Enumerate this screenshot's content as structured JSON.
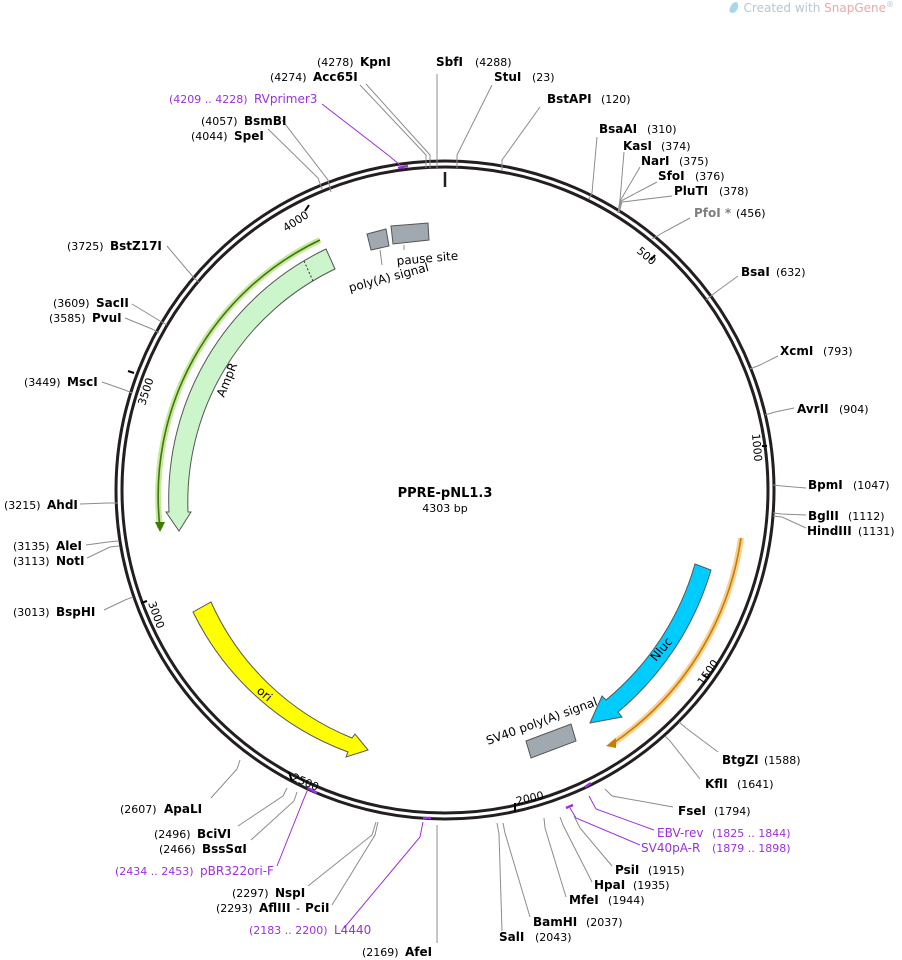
{
  "watermark": {
    "prefix": "Created with ",
    "brand": "SnapGene",
    "mark": "®"
  },
  "plasmid": {
    "name": "PPRE-pNL1.3",
    "size_label": "4303 bp",
    "length": 4303
  },
  "ticks": [
    "500",
    "1000",
    "1500",
    "2000",
    "2500",
    "3000",
    "3500",
    "4000"
  ],
  "features": [
    {
      "name": "AmpR",
      "color": "#ccf5cc"
    },
    {
      "name": "ori",
      "color": "#ffff00"
    },
    {
      "name": "Nluc",
      "color": "#00ccff"
    },
    {
      "name": "SV40 poly(A) signal",
      "color": "#a0a8b0"
    },
    {
      "name": "poly(A) signal",
      "color": "#a0a8b0"
    },
    {
      "name": "pause site",
      "color": "#a0a8b0"
    }
  ],
  "sites": [
    {
      "name": "KpnI",
      "pos": "(4278)"
    },
    {
      "name": "Acc65I",
      "pos": "(4274)"
    },
    {
      "name": "SbfI",
      "pos": "(4288)"
    },
    {
      "name": "StuI",
      "pos": "(23)"
    },
    {
      "name": "BstAPI",
      "pos": "(120)"
    },
    {
      "name": "BsmBI",
      "pos": "(4057)"
    },
    {
      "name": "SpeI",
      "pos": "(4044)"
    },
    {
      "name": "BsaAI",
      "pos": "(310)"
    },
    {
      "name": "KasI",
      "pos": "(374)"
    },
    {
      "name": "NarI",
      "pos": "(375)"
    },
    {
      "name": "SfoI",
      "pos": "(376)"
    },
    {
      "name": "PluTI",
      "pos": "(378)"
    },
    {
      "name": "PfoI *",
      "pos": "(456)"
    },
    {
      "name": "BsaI",
      "pos": "(632)"
    },
    {
      "name": "XcmI",
      "pos": "(793)"
    },
    {
      "name": "AvrII",
      "pos": "(904)"
    },
    {
      "name": "BpmI",
      "pos": "(1047)"
    },
    {
      "name": "BglII",
      "pos": "(1112)"
    },
    {
      "name": "HindIII",
      "pos": "(1131)"
    },
    {
      "name": "BstZ17I",
      "pos": "(3725)"
    },
    {
      "name": "SacII",
      "pos": "(3609)"
    },
    {
      "name": "PvuI",
      "pos": "(3585)"
    },
    {
      "name": "MscI",
      "pos": "(3449)"
    },
    {
      "name": "AhdI",
      "pos": "(3215)"
    },
    {
      "name": "AleI",
      "pos": "(3135)"
    },
    {
      "name": "NotI",
      "pos": "(3113)"
    },
    {
      "name": "BspHI",
      "pos": "(3013)"
    },
    {
      "name": "BtgZI",
      "pos": "(1588)"
    },
    {
      "name": "KflI",
      "pos": "(1641)"
    },
    {
      "name": "FseI",
      "pos": "(1794)"
    },
    {
      "name": "PsiI",
      "pos": "(1915)"
    },
    {
      "name": "HpaI",
      "pos": "(1935)"
    },
    {
      "name": "MfeI",
      "pos": "(1944)"
    },
    {
      "name": "BamHI",
      "pos": "(2037)"
    },
    {
      "name": "SalI",
      "pos": "(2043)"
    },
    {
      "name": "AfeI",
      "pos": "(2169)"
    },
    {
      "name": "ApaLI",
      "pos": "(2607)"
    },
    {
      "name": "BciVI",
      "pos": "(2496)"
    },
    {
      "name": "BssSαI",
      "pos": "(2466)"
    },
    {
      "name": "NspI",
      "pos": "(2297)"
    },
    {
      "name": "AflIII",
      "pos": "(2293)"
    },
    {
      "name": "PciI",
      "pos": ""
    }
  ],
  "site_joiner": "-",
  "primers": [
    {
      "name": "RVprimer3",
      "range": "(4209 .. 4228)"
    },
    {
      "name": "EBV-rev",
      "range": "(1825 .. 1844)"
    },
    {
      "name": "SV40pA-R",
      "range": "(1879 .. 1898)"
    },
    {
      "name": "pBR322ori-F",
      "range": "(2434 .. 2453)"
    },
    {
      "name": "L4440",
      "range": "(2183 .. 2200)"
    }
  ],
  "colors": {
    "backbone": "#231f20",
    "primer": "#9b30d9",
    "leader": "#8c8c8c",
    "ampr_outline": "#3c7a00",
    "orf_outline": "#d98c00"
  }
}
